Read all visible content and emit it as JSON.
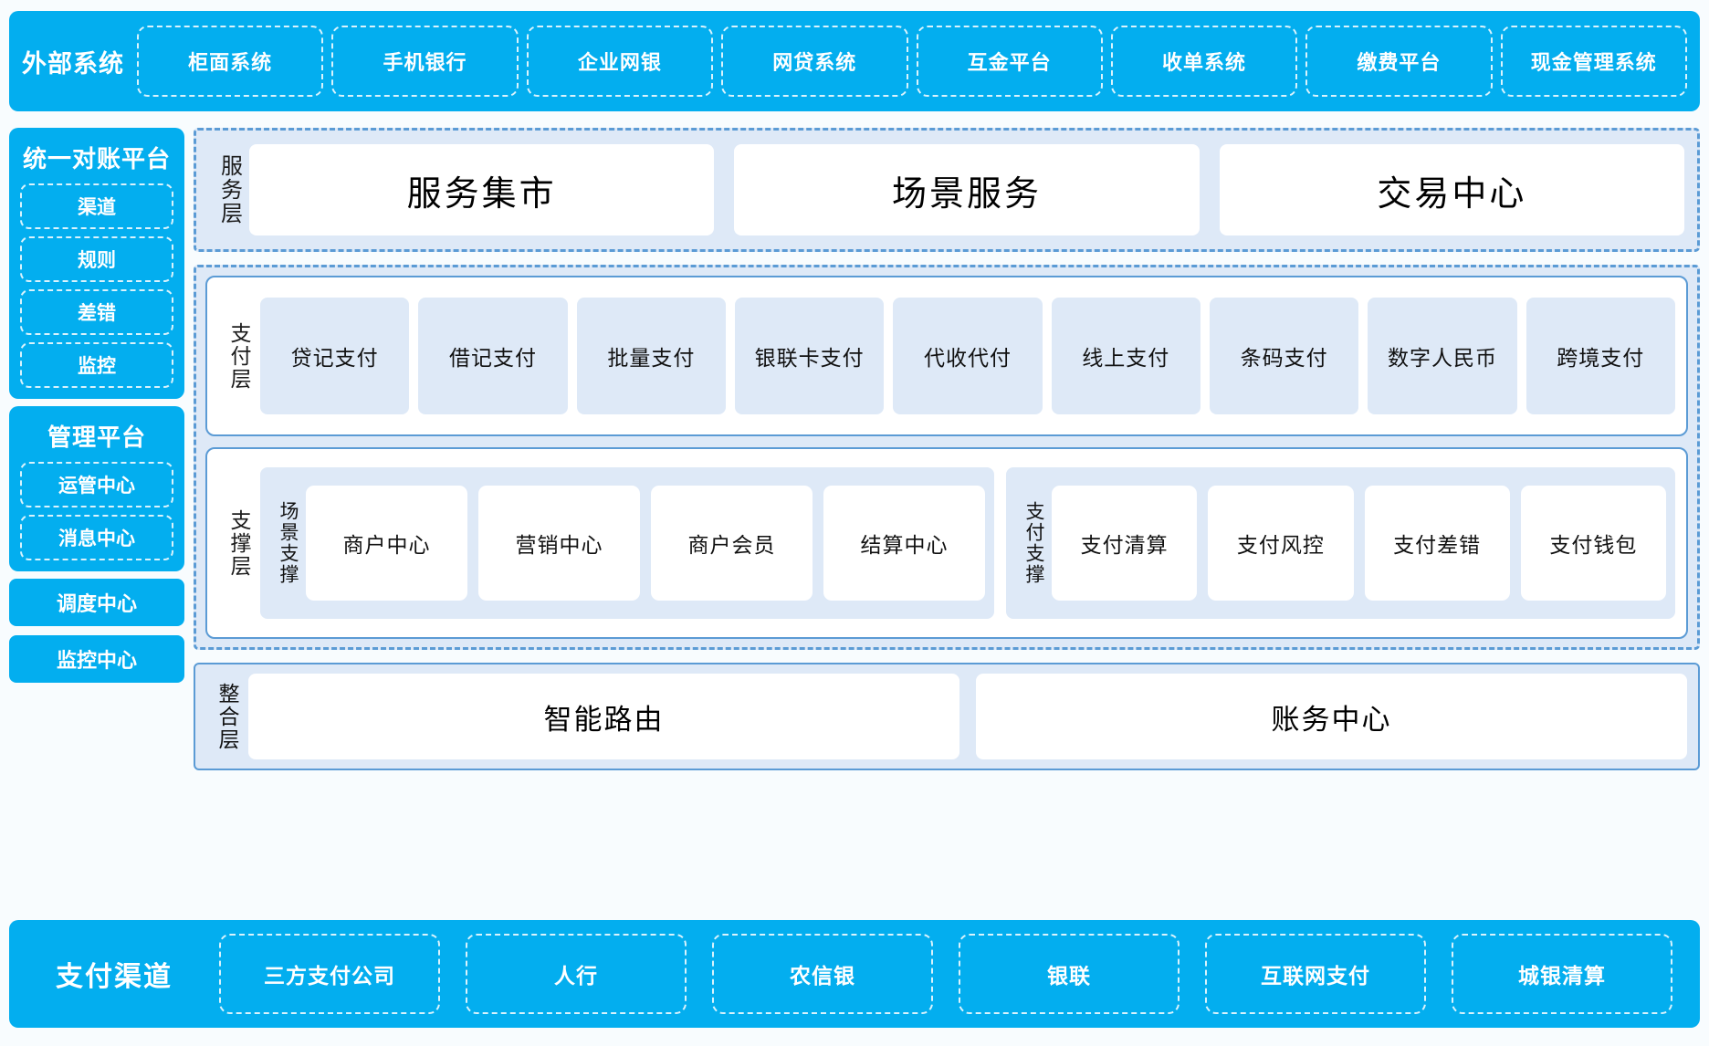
{
  "external": {
    "title": "外部系统",
    "items": [
      "柜面系统",
      "手机银行",
      "企业网银",
      "网贷系统",
      "互金平台",
      "收单系统",
      "缴费平台",
      "现金管理系统"
    ]
  },
  "sidebar": {
    "cards": [
      {
        "title": "统一对账平台",
        "items": [
          "渠道",
          "规则",
          "差错",
          "监控"
        ]
      },
      {
        "title": "管理平台",
        "items": [
          "运管中心",
          "消息中心"
        ]
      }
    ],
    "solo": [
      "调度中心",
      "监控中心"
    ]
  },
  "service_layer": {
    "label": "服务层",
    "cards": [
      "服务集市",
      "场景服务",
      "交易中心"
    ]
  },
  "payment_layer": {
    "label": "支付层",
    "cells": [
      "贷记支付",
      "借记支付",
      "批量支付",
      "银联卡支付",
      "代收代付",
      "线上支付",
      "条码支付",
      "数字人民币",
      "跨境支付"
    ]
  },
  "support_layer": {
    "label": "支撑层",
    "groups": [
      {
        "name": "场景支撑",
        "cards": [
          "商户中心",
          "营销中心",
          "商户会员",
          "结算中心"
        ]
      },
      {
        "name": "支付支撑",
        "cards": [
          "支付清算",
          "支付风控",
          "支付差错",
          "支付钱包"
        ]
      }
    ]
  },
  "integration_layer": {
    "label": "整合层",
    "cards": [
      "智能路由",
      "账务中心"
    ]
  },
  "channel": {
    "title": "支付渠道",
    "items": [
      "三方支付公司",
      "人行",
      "农信银",
      "银联",
      "互联网支付",
      "城银清算"
    ]
  },
  "colors": {
    "brand_cyan": "#03AEEF",
    "panel_blue": "#DEE9F7",
    "border_blue": "#5B9BD5",
    "page_bg": "#F8FCFE"
  }
}
